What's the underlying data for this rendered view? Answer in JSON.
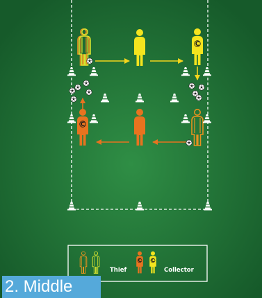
{
  "caption": "2. Middle",
  "legend": {
    "thief_label": "Thief",
    "collector_label": "Collector",
    "collector_letter": "C"
  },
  "colors": {
    "field_center": "#2f8e45",
    "field_edge": "#165a2a",
    "line": "#ffffff",
    "player_yellow": "#f4e41e",
    "player_orange": "#e8731f",
    "arrow_yellow": "#f4d51c",
    "arrow_orange": "#e8731f",
    "outline_orange": "#e8921f",
    "outline_yellow": "#d8e330",
    "caption_bg": "#55a9da"
  },
  "icons": {
    "player": "player-icon",
    "cone": "cone-icon",
    "ball": "soccer-ball-icon",
    "arrow": "arrow-icon"
  }
}
